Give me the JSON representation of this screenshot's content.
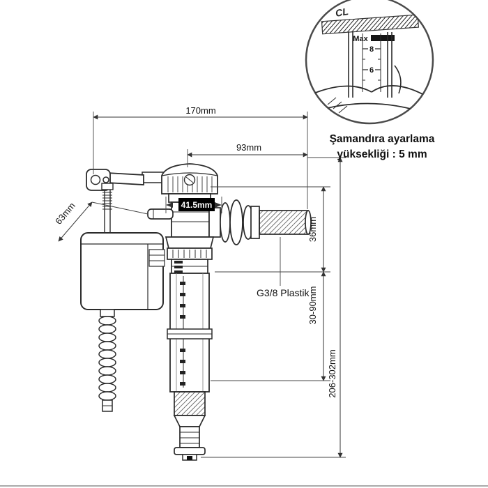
{
  "note": {
    "line1": "Şamandıra ayarlama",
    "line2": "yüksekliği : 5 mm"
  },
  "dimensions": {
    "total_width": "170mm",
    "head_width": "93mm",
    "head_diameter": "41.5mm",
    "nozzle_length": "63mm",
    "inlet_size": "36mm",
    "adjustment_range": "30-90mm",
    "total_height": "206-302mm"
  },
  "labels": {
    "thread": "G3/8 Plastik"
  },
  "inset": {
    "logo": "CL",
    "max": "Max",
    "ticks": [
      "8",
      "6"
    ]
  },
  "colors": {
    "line": "#2b2b2b",
    "dim_line": "#333333",
    "badge_bg": "#000000",
    "badge_text": "#ffffff",
    "background": "#ffffff"
  }
}
